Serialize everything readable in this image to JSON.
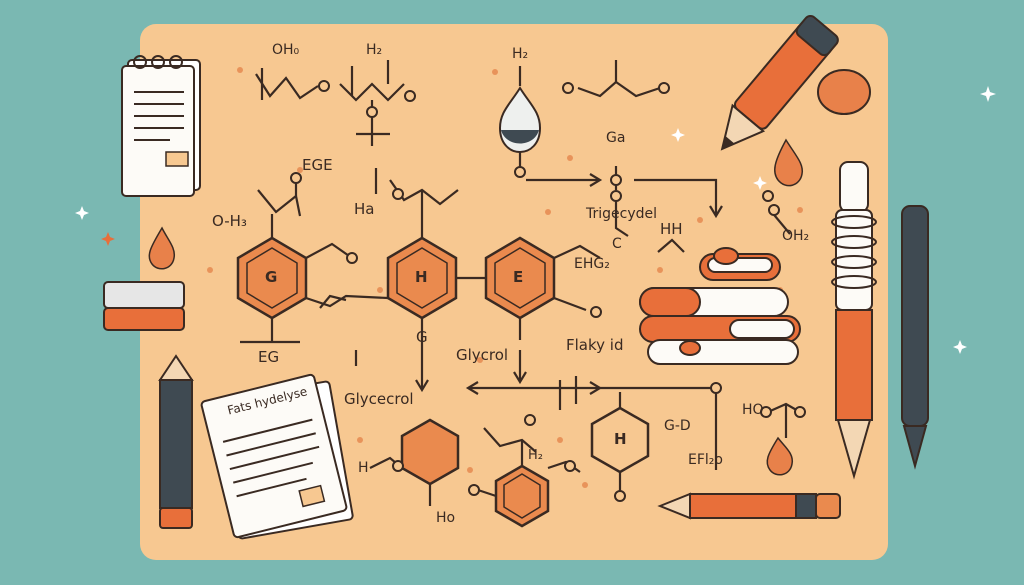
{
  "colors": {
    "background": "#7ab8b2",
    "board": "#f7c891",
    "hexagon_fill": "#ea8a4e",
    "line": "#3a2a22",
    "accent": "#e86f3a"
  },
  "rings": {
    "g": "G",
    "h": "H",
    "e": "E",
    "small_h": "H"
  },
  "labels": {
    "oh_top_left": "OH₀",
    "h2_top": "H₂",
    "h2_right": "H₂",
    "ege": "EGE",
    "ha": "Ha",
    "oh_left": "O-H₃",
    "eg": "EG",
    "g_mid": "G",
    "ga": "Ga",
    "trigecydel": "Trigecydel",
    "hh": "HH",
    "c": "C",
    "ehg2": "EHG₂",
    "oh2": "OH₂",
    "flaky_id": "Flaky id",
    "glycrol": "Glycrol",
    "glycecrol": "Glycecrol",
    "gd": "G-D",
    "ho_right": "HO",
    "efl": "EFl₂o",
    "h2_bottom": "H₂",
    "ho_bottom": "Ho",
    "h_bottom": "H"
  },
  "notepad": {
    "title": "Fats hydelyse"
  },
  "icons": [
    "notepad-icon",
    "pencil-icon",
    "eraser-icon",
    "droplet-icon",
    "flask-icon",
    "book-stack-icon",
    "syringe-icon",
    "pen-icon"
  ]
}
